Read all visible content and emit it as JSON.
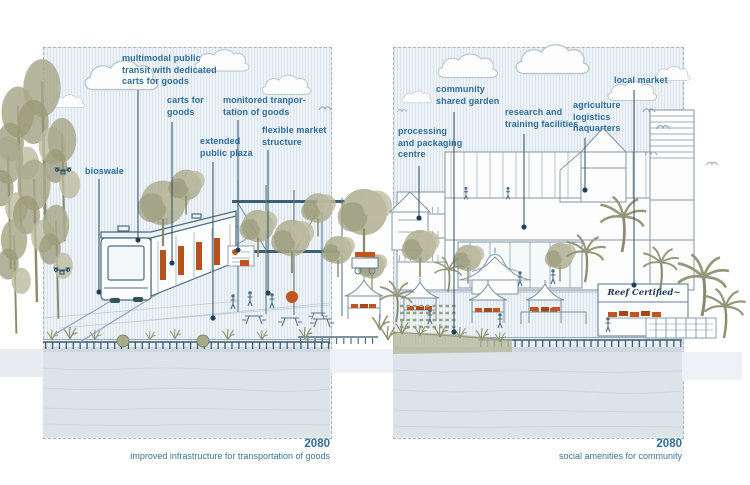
{
  "panels": [
    {
      "year": "2080",
      "caption": "improved infrastructure for transportation of goods",
      "annotations": [
        "multimodal public\ntransit with dedicated\ncarts for goods",
        "carts for\ngoods",
        "monitored tranpor-\ntation of goods",
        "extended\npublic plaza",
        "flexible market\nstructure",
        "bioswale"
      ]
    },
    {
      "year": "2080",
      "caption": "social amenities for community",
      "annotations": [
        "processing\nand packaging\ncentre",
        "community\nshared garden",
        "research and\ntraining facilities",
        "agriculture\nlogistics\nhaquarters",
        "local market"
      ]
    }
  ],
  "signs": {
    "reef_certified": "Reef Certified~"
  },
  "colors": {
    "label_blue": "#2e6e99",
    "accent_orange": "#c4531f",
    "line_blue_gray": "#6d8aa0",
    "foliage_olive": "#a9a98c",
    "water": "#dce3e9"
  }
}
